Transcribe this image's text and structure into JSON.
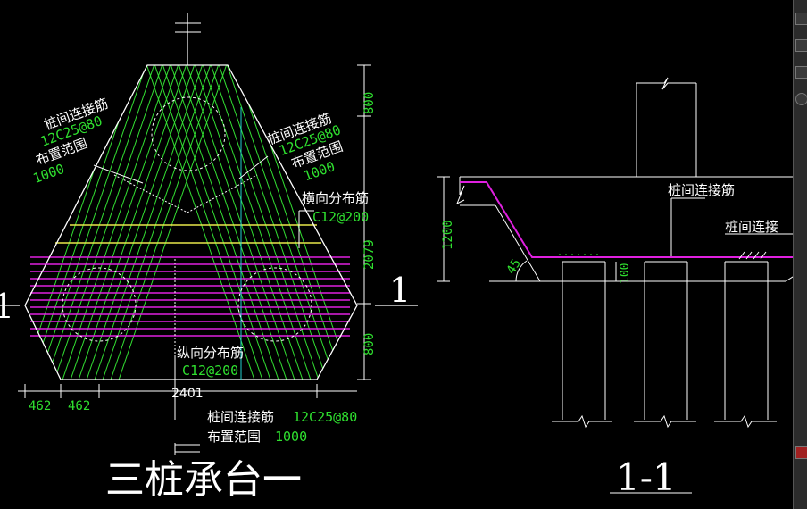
{
  "colors": {
    "background": "#000000",
    "line_white": "#ffffff",
    "rebar_green": "#33e033",
    "rebar_magenta": "#e020e0",
    "dim_yellow": "#e8e84a",
    "cyan": "#20d0d0"
  },
  "left_view": {
    "title": "三桩承台一",
    "section_mark": "1",
    "label_left_top": {
      "line1": "桩间连接筋",
      "line2": "12C25@80",
      "line3": "布置范围",
      "line4": "1000"
    },
    "label_right_top": {
      "line1": "桩间连接筋",
      "line2": "12C25@80",
      "line3": "布置范围",
      "line4": "1000"
    },
    "label_transverse": {
      "line1": "横向分布筋",
      "line2": "C12@200"
    },
    "label_longitudinal": {
      "line1": "纵向分布筋",
      "line2": "C12@200"
    },
    "label_bottom": {
      "line1a": "桩间连接筋",
      "line1b": "12C25@80",
      "line2a": "布置范围",
      "line2b": "1000"
    },
    "dims_right": [
      "800",
      "2079",
      "800"
    ],
    "dims_bottom": [
      "462",
      "462",
      "2401"
    ]
  },
  "right_view": {
    "title": "1-1",
    "label_main": "桩间连接筋",
    "label_right": "桩间连接",
    "dim_height": "1200",
    "dim_angle": "45",
    "dim_100": "100"
  },
  "toolbar": {
    "icons": [
      "layer-icon",
      "layer-icon",
      "block-icon",
      "circle-icon",
      "arrow-icon"
    ]
  }
}
